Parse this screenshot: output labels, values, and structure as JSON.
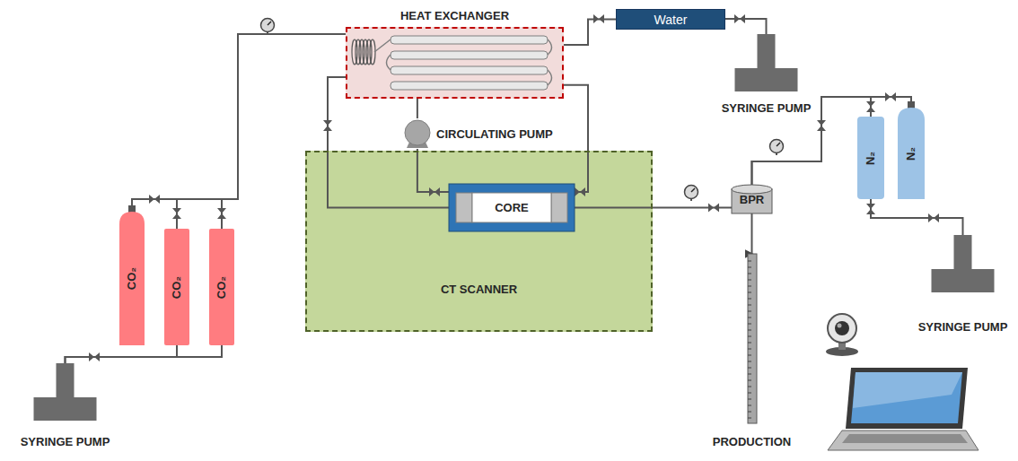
{
  "diagram": {
    "nodes": [
      {
        "text": [
          "HEAT EXCHANGER"
        ]
      },
      {
        "text": [
          "Water"
        ]
      },
      {
        "text": [
          "SYRINGE PUMP"
        ]
      },
      {
        "text": [
          "CIRCULATING PUMP"
        ]
      },
      {
        "text": [
          "CT SCANNER"
        ]
      },
      {
        "text": [
          "CORE"
        ],
        "in": 4
      },
      {
        "text": [
          "BPR"
        ]
      },
      {
        "text": [
          "N₂"
        ]
      },
      {
        "text": [
          "N₂"
        ]
      },
      {
        "text": [
          "SYRINGE PUMP"
        ]
      },
      {
        "text": [
          "CO₂"
        ]
      },
      {
        "text": [
          "CO₂"
        ]
      },
      {
        "text": [
          "CO₂"
        ]
      },
      {
        "text": [
          "PRODUCTION"
        ]
      },
      {
        "text": [
          "SYRINGE PUMP"
        ]
      }
    ],
    "edges": [
      {
        "from": 14,
        "to": 11,
        "arrow": "none"
      },
      {
        "from": 14,
        "to": 12,
        "arrow": "none"
      },
      {
        "from": 10,
        "to": 0,
        "arrow": "none"
      },
      {
        "from": 11,
        "to": 0,
        "arrow": "none"
      },
      {
        "from": 12,
        "to": 0,
        "arrow": "none"
      },
      {
        "from": 0,
        "to": 5,
        "arrow": "none"
      },
      {
        "from": 1,
        "to": 0,
        "arrow": "none"
      },
      {
        "from": 2,
        "to": 1,
        "arrow": "none"
      },
      {
        "from": 0,
        "to": 3,
        "arrow": "none"
      },
      {
        "from": 3,
        "to": 5,
        "arrow": "none"
      },
      {
        "from": 0,
        "to": 5,
        "arrow": "none"
      },
      {
        "from": 5,
        "to": 6,
        "arrow": "none"
      },
      {
        "from": 6,
        "to": 13,
        "arrow": "to"
      },
      {
        "from": 7,
        "to": 6,
        "arrow": "none"
      },
      {
        "from": 8,
        "to": 6,
        "arrow": "none"
      },
      {
        "from": 9,
        "to": 7,
        "arrow": "none"
      }
    ]
  }
}
